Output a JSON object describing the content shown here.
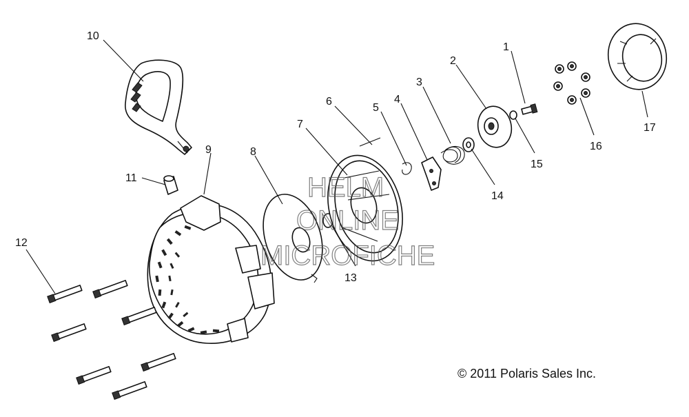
{
  "callouts": [
    {
      "id": "1",
      "label": "1"
    },
    {
      "id": "2",
      "label": "2"
    },
    {
      "id": "3",
      "label": "3"
    },
    {
      "id": "4",
      "label": "4"
    },
    {
      "id": "5",
      "label": "5"
    },
    {
      "id": "6",
      "label": "6"
    },
    {
      "id": "7",
      "label": "7"
    },
    {
      "id": "8",
      "label": "8"
    },
    {
      "id": "9",
      "label": "9"
    },
    {
      "id": "10",
      "label": "10"
    },
    {
      "id": "11",
      "label": "11"
    },
    {
      "id": "12",
      "label": "12"
    },
    {
      "id": "13",
      "label": "13"
    },
    {
      "id": "14",
      "label": "14"
    },
    {
      "id": "15",
      "label": "15"
    },
    {
      "id": "16",
      "label": "16"
    },
    {
      "id": "17",
      "label": "17"
    }
  ],
  "watermark": {
    "line1": "HELM",
    "line2": "ONLINE",
    "line3": "MICROFICHE"
  },
  "copyright": "© 2011 Polaris Sales Inc."
}
